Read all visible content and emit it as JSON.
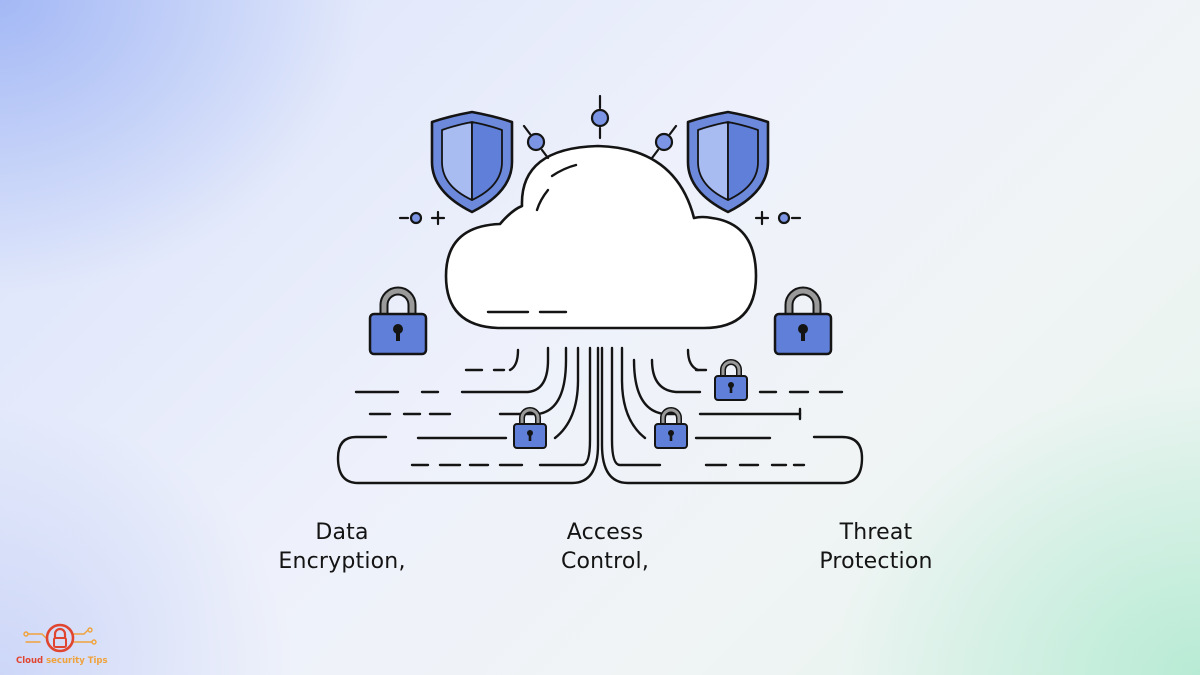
{
  "captions": [
    {
      "line1": "Data",
      "line2": "Encryption,"
    },
    {
      "line1": "Access",
      "line2": "Control,"
    },
    {
      "line1": "Threat",
      "line2": "Protection"
    }
  ],
  "logo": {
    "word1": "Cloud",
    "word2": "security Tips",
    "icon": "padlock-circuit-icon"
  },
  "colors": {
    "stroke": "#141414",
    "accent": "#5f7fd8",
    "accent_light": "#a9bcf2",
    "lock_shackle": "#8a8a8a",
    "logo_red": "#e0452f",
    "logo_orange": "#f0a23a"
  },
  "icons": [
    "cloud-icon",
    "shield-icon",
    "padlock-icon",
    "node-connector-icon",
    "plus-icon"
  ]
}
